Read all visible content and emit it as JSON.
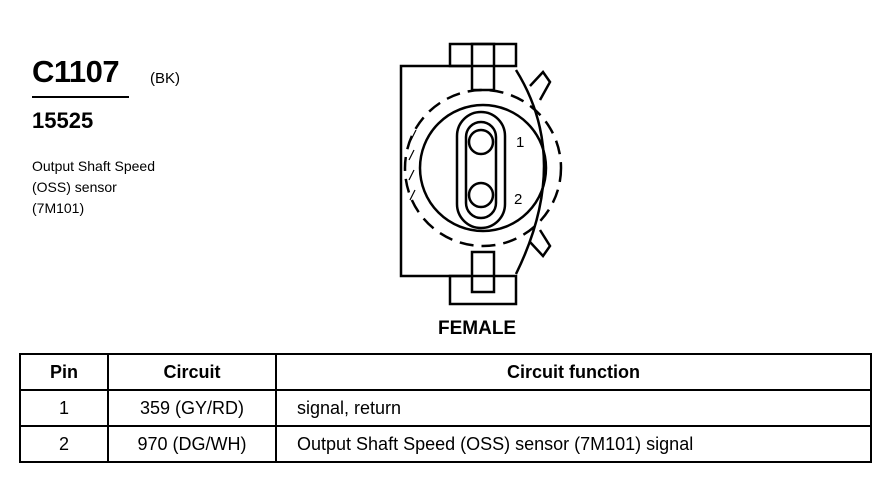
{
  "connector": {
    "id": "C1107",
    "color_code": "(BK)",
    "part_number": "15525",
    "description_lines": [
      "Output Shaft Speed",
      "(OSS) sensor",
      "(7M101)"
    ],
    "gender": "FEMALE",
    "pin_labels": [
      "1",
      "2"
    ]
  },
  "table": {
    "headers": [
      "Pin",
      "Circuit",
      "Circuit function"
    ],
    "rows": [
      {
        "pin": "1",
        "circuit": "359 (GY/RD)",
        "function": "signal, return"
      },
      {
        "pin": "2",
        "circuit": "970 (DG/WH)",
        "function": "Output Shaft Speed (OSS) sensor (7M101) signal"
      }
    ]
  }
}
